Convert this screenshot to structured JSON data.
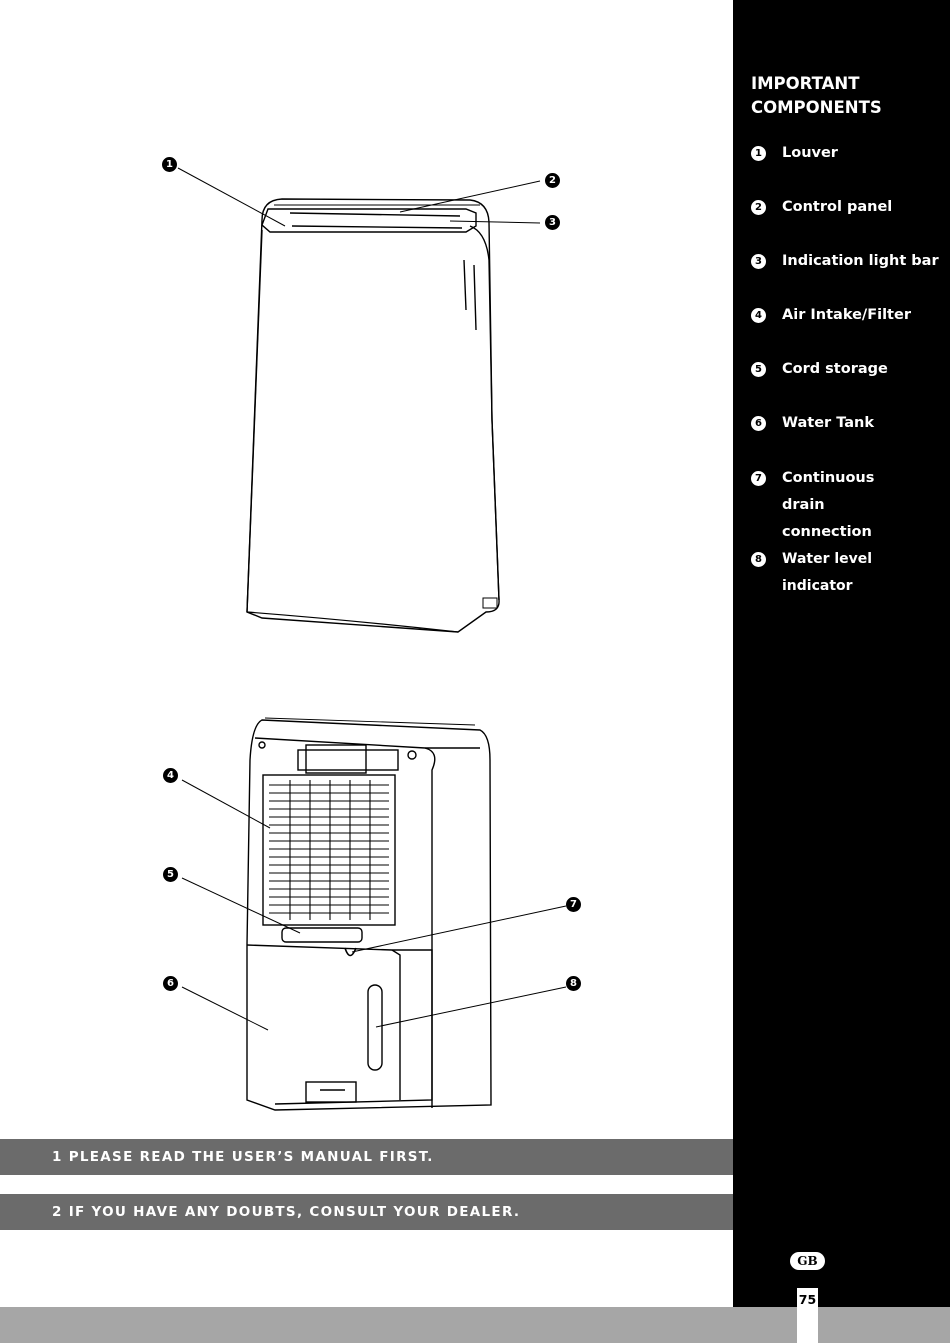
{
  "sidebar": {
    "title_line1": "IMPORTANT",
    "title_line2": "COMPONENTS",
    "items": [
      {
        "num": "1",
        "label": "Louver"
      },
      {
        "num": "2",
        "label": "Control panel"
      },
      {
        "num": "3",
        "label": "Indication light bar"
      },
      {
        "num": "4",
        "label": "Air Intake/Filter"
      },
      {
        "num": "5",
        "label": "Cord storage"
      },
      {
        "num": "6",
        "label": "Water Tank"
      },
      {
        "num": "7",
        "label": "Continuous drain connection"
      },
      {
        "num": "8",
        "label": "Water level indicator"
      }
    ]
  },
  "callouts": [
    "1",
    "2",
    "3",
    "4",
    "5",
    "6",
    "7",
    "8"
  ],
  "notices": [
    "1 PLEASE READ THE USER’S MANUAL FIRST.",
    "2 IF YOU HAVE ANY DOUBTS, CONSULT YOUR DEALER."
  ],
  "footer": {
    "language_badge": "GB",
    "page_number": "75"
  }
}
